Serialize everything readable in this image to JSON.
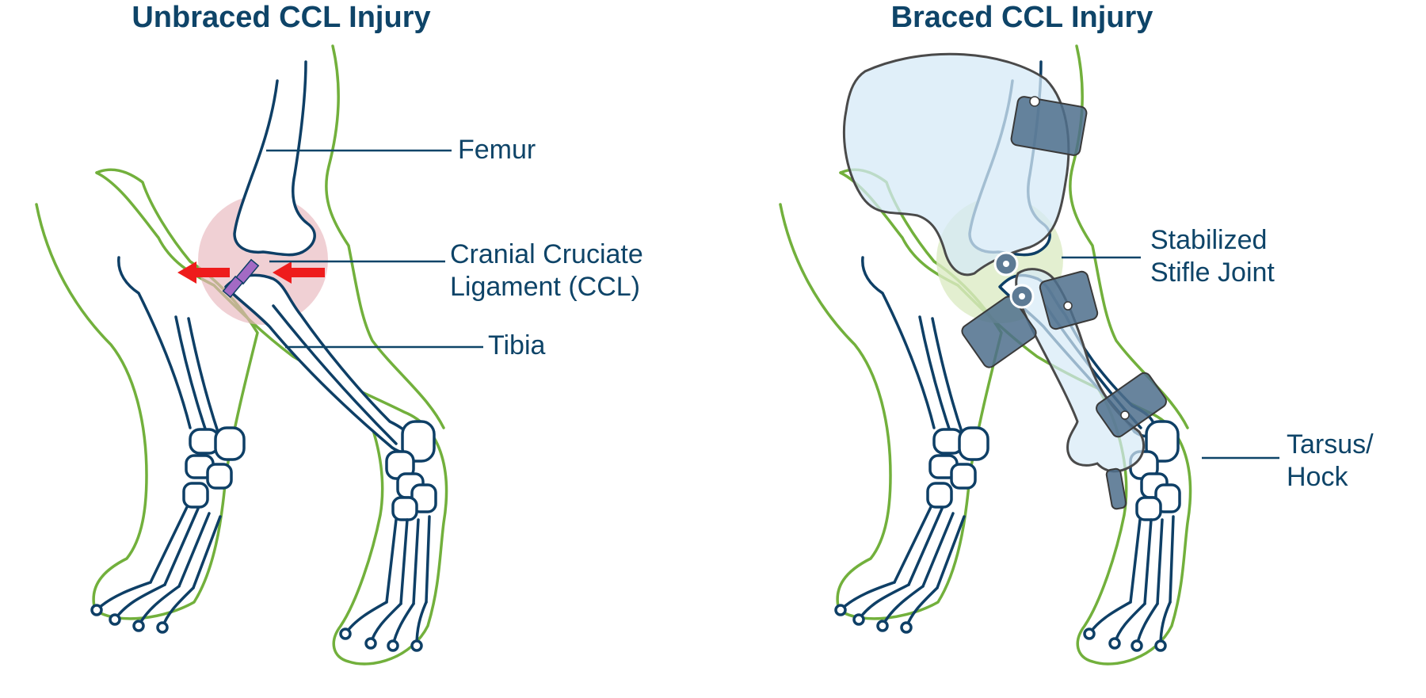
{
  "panels": {
    "unbraced": {
      "title": "Unbraced CCL Injury",
      "labels": {
        "femur": "Femur",
        "ccl_line1": "Cranial Cruciate",
        "ccl_line2": "Ligament (CCL)",
        "tibia": "Tibia"
      }
    },
    "braced": {
      "title": "Braced CCL Injury",
      "labels": {
        "stifle_line1": "Stabilized",
        "stifle_line2": "Stifle Joint",
        "tarsus_line1": "Tarsus/",
        "tarsus_line2": "Hock"
      }
    }
  },
  "colors": {
    "text": "#0e4468",
    "bone_stroke": "#0e3f66",
    "fur_outline": "#72b03c",
    "injury_highlight": "#e8b7bd",
    "force_arrow": "#ee1c1c",
    "torn_ligament": "#a36ac4",
    "brace_shell": "#d6e9f7",
    "brace_strap": "#4d6f8c",
    "stable_highlight": "#dcebc4"
  },
  "icons": {
    "force_arrows": "red-arrow-icon",
    "torn_ligament": "torn-ligament-icon",
    "brace_hinge": "hinge-icon"
  }
}
